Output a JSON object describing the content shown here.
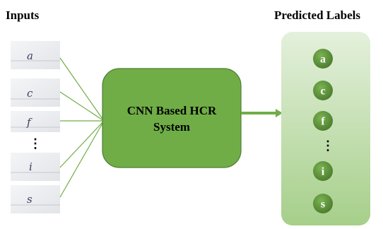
{
  "titles": {
    "inputs": "Inputs",
    "outputs": "Predicted Labels"
  },
  "system_box": {
    "line1": "CNN Based HCR",
    "line2": "System"
  },
  "input_samples": [
    "a",
    "c",
    "f",
    "i",
    "s"
  ],
  "input_ellipsis": "⋮",
  "predicted_labels": [
    "a",
    "c",
    "f",
    "i",
    "s"
  ],
  "output_ellipsis": "⋮",
  "colors": {
    "box_fill": "#70ad47",
    "box_border": "#507e32",
    "connector": "#70ad47",
    "label_circle": "#548235",
    "output_panel_top": "#e2efd9",
    "output_panel_bottom": "#a9d18e",
    "sample_bg": "#eceef0"
  }
}
